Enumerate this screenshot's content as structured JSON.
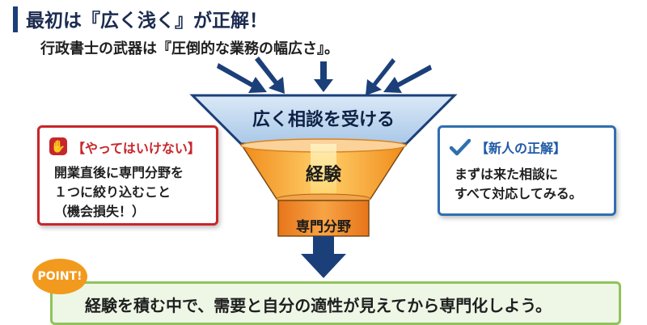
{
  "header": {
    "title": "最初は『広く浅く』が正解！",
    "subtitle": "行政書士の武器は『圧倒的な業務の幅広さ』。"
  },
  "funnel": {
    "top_label": "広く相談を受ける",
    "middle_label": "経験",
    "bottom_label": "専門分野"
  },
  "bad_card": {
    "icon": "stop-hand-icon",
    "title": "【やってはいけない】",
    "body_lines": [
      "開業直後に専門分野を",
      "１つに絞り込むこと",
      "（機会損失！）"
    ]
  },
  "good_card": {
    "icon": "checkmark-icon",
    "title": "【新人の正解】",
    "body_lines": [
      "まずは来た相談に",
      "すべて対応してみる。"
    ]
  },
  "point": {
    "badge": "POINT!",
    "text": "経験を積む中で、需要と自分の適性が見えてから専門化しよう。"
  },
  "colors": {
    "navy": "#1b3f79",
    "funnel_top": "#c9def2",
    "funnel_mid": "#f6a53f",
    "warning_red": "#c7262b",
    "correct_blue": "#2f6fb0",
    "point_green": "#8fc35b",
    "point_orange": "#f29a1d"
  }
}
